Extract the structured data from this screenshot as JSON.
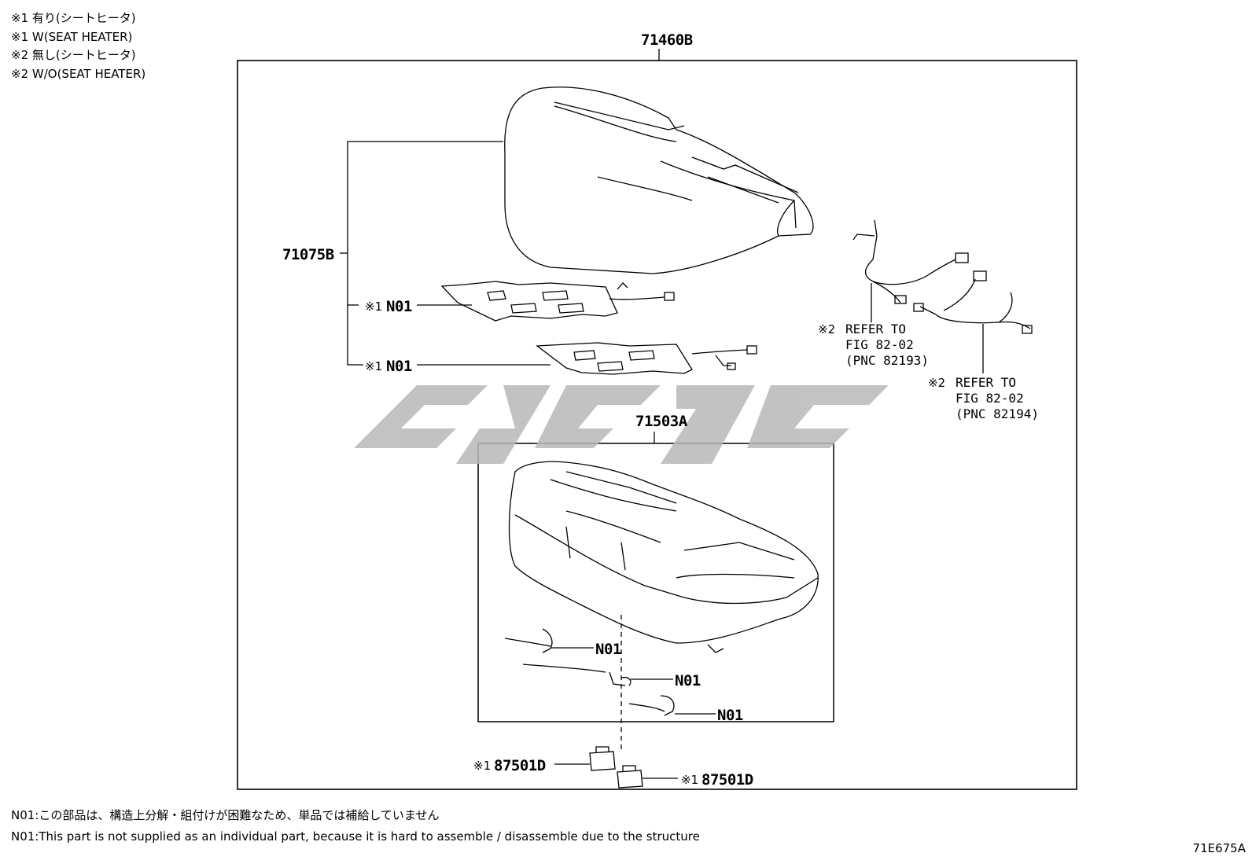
{
  "legend": [
    "※1 有り(シートヒータ)",
    "※1 W(SEAT HEATER)",
    "※2 無し(シートヒータ)",
    "※2 W/O(SEAT HEATER)"
  ],
  "labels": {
    "assembly_main": "71460B",
    "cover": "71075B",
    "heater_upper_mark": "※1",
    "heater_upper": "N01",
    "heater_lower_mark": "※1",
    "heater_lower": "N01",
    "pad": "71503A",
    "clip1": "N01",
    "clip2": "N01",
    "clip3": "N01",
    "hook_left_mark": "※1",
    "hook_left": "87501D",
    "hook_right_mark": "※1",
    "hook_right": "87501D"
  },
  "refs": {
    "ref1": {
      "mark": "※2",
      "line1": "REFER TO",
      "line2": "FIG 82-02",
      "line3": "(PNC 82193)"
    },
    "ref2": {
      "mark": "※2",
      "line1": "REFER TO",
      "line2": "FIG 82-02",
      "line3": "(PNC 82194)"
    }
  },
  "footer": [
    "N01:この部品は、構造上分解・組付けが困難なため、単品では補給していません",
    "N01:This part is not supplied as an individual part, because it is hard to assemble / disassemble due to the structure"
  ],
  "figure_code": "71E675A"
}
